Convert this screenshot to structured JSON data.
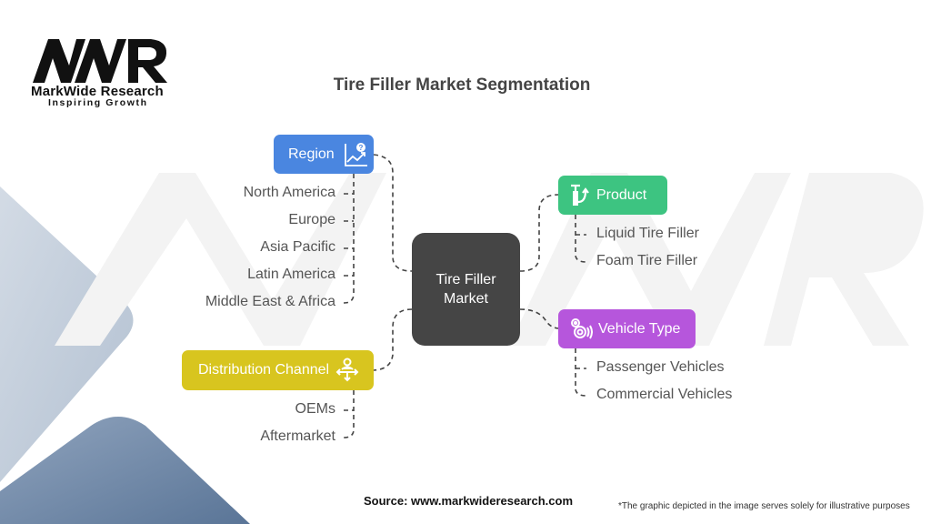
{
  "logo": {
    "mark": "MWR",
    "name": "MarkWide Research",
    "tagline": "Inspiring Growth"
  },
  "title": "Tire Filler Market Segmentation",
  "center": {
    "line1": "Tire Filler",
    "line2": "Market"
  },
  "segments": {
    "region": {
      "label": "Region",
      "icon": "chart-question-icon",
      "color": "#4a86e0",
      "items": [
        "North America",
        "Europe",
        "Asia Pacific",
        "Latin America",
        "Middle East & Africa"
      ]
    },
    "product": {
      "label": "Product",
      "icon": "pump-icon",
      "color": "#3dc481",
      "items": [
        "Liquid Tire Filler",
        "Foam Tire Filler"
      ]
    },
    "vehicle_type": {
      "label": "Vehicle Type",
      "icon": "tire-icon",
      "color": "#b656dc",
      "items": [
        "Passenger Vehicles",
        "Commercial Vehicles"
      ]
    },
    "distribution_channel": {
      "label": "Distribution Channel",
      "icon": "distribution-arrows-icon",
      "color": "#d8c51f",
      "items": [
        "OEMs",
        "Aftermarket"
      ]
    }
  },
  "footer": {
    "source": "Source: www.markwideresearch.com",
    "note": "*The graphic depicted in the image serves  solely for illustrative purposes"
  }
}
